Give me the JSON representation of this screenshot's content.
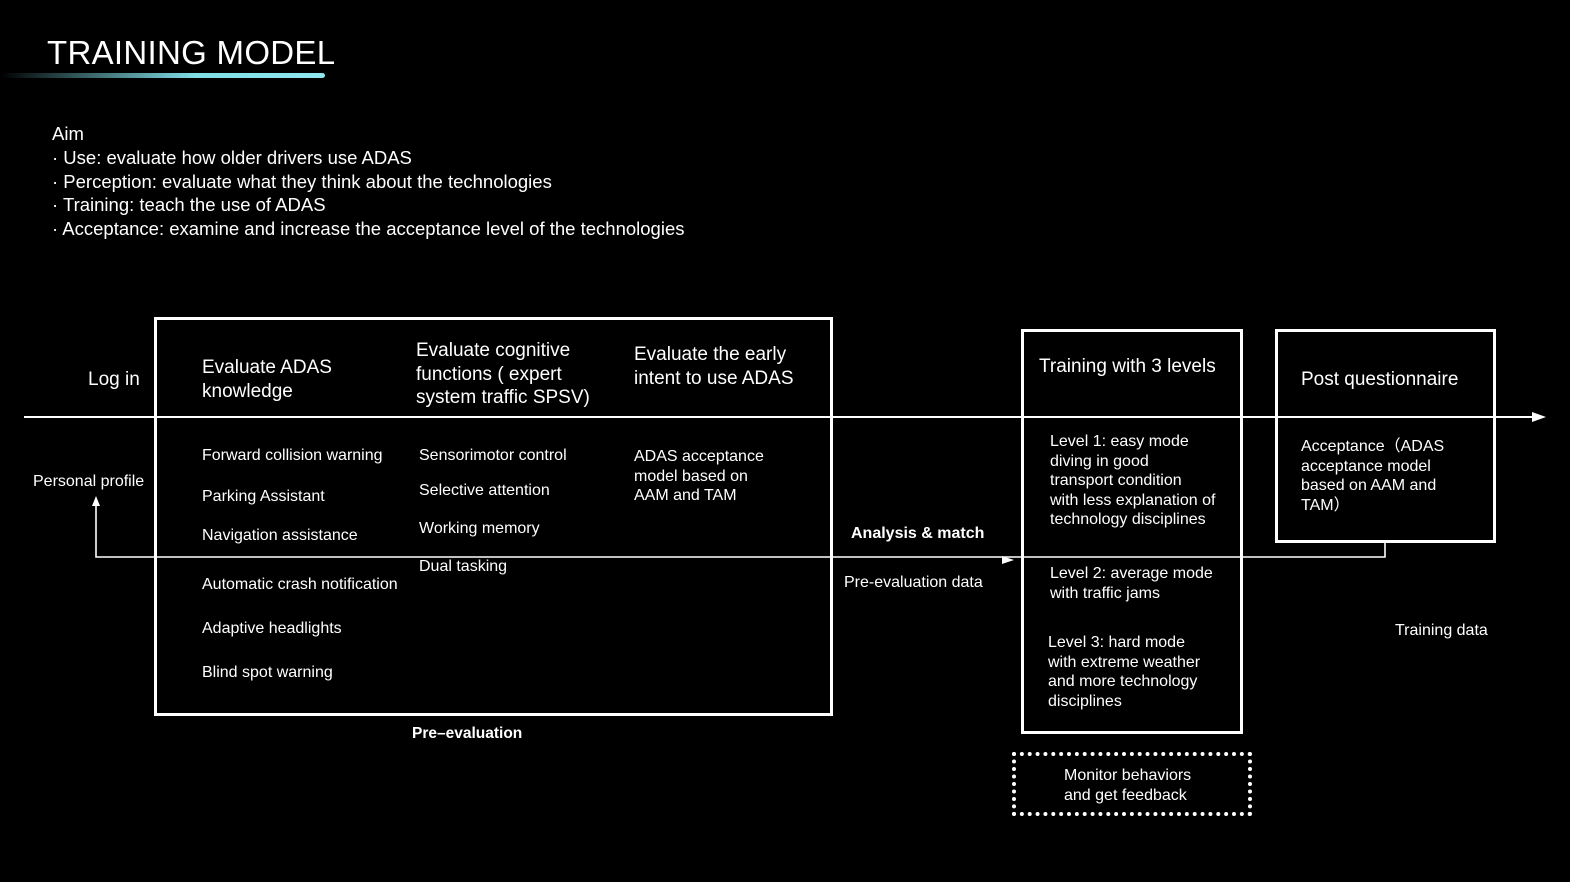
{
  "title": "TRAINING MODEL",
  "aim": {
    "heading": "Aim",
    "items": [
      "· Use: evaluate how older drivers use ADAS",
      "· Perception: evaluate what they think about the technologies",
      "· Training: teach the use of ADAS",
      "· Acceptance: examine and increase the acceptance level of the technologies"
    ]
  },
  "login": {
    "label": "Log in",
    "sub": "Personal profile"
  },
  "pre_evaluation": {
    "label": "Pre–evaluation",
    "columns": [
      {
        "heading_lines": [
          "Evaluate ADAS",
          "knowledge"
        ],
        "items": [
          "Forward collision warning",
          "Parking Assistant",
          "Navigation assistance",
          "Automatic crash notification",
          "Adaptive headlights",
          "Blind spot warning"
        ]
      },
      {
        "heading_lines": [
          "Evaluate cognitive",
          "functions ( expert",
          "system traffic SPSV)"
        ],
        "items": [
          "Sensorimotor control",
          "Selective attention",
          "Working memory",
          "Dual tasking"
        ]
      },
      {
        "heading_lines": [
          "Evaluate the early",
          "intent to use ADAS"
        ],
        "item_lines": [
          "ADAS acceptance",
          "model based on",
          "AAM and TAM"
        ]
      }
    ]
  },
  "analysis": {
    "label": "Analysis & match",
    "data_label": "Pre-evaluation data"
  },
  "training": {
    "heading": "Training with 3 levels",
    "levels": [
      [
        "Level 1: easy mode",
        "diving in good",
        "transport condition",
        "with less explanation of",
        "technology disciplines"
      ],
      [
        "Level 2: average mode",
        "with traffic jams"
      ],
      [
        "Level 3: hard mode",
        "with extreme weather",
        "and more technology",
        "disciplines"
      ]
    ],
    "monitor_lines": [
      "Monitor behaviors",
      "and get feedback"
    ]
  },
  "post": {
    "heading": "Post questionnaire",
    "body_lines": [
      "Acceptance（ADAS",
      "acceptance model",
      "based on AAM and",
      "TAM）"
    ],
    "data_label": "Training data"
  }
}
